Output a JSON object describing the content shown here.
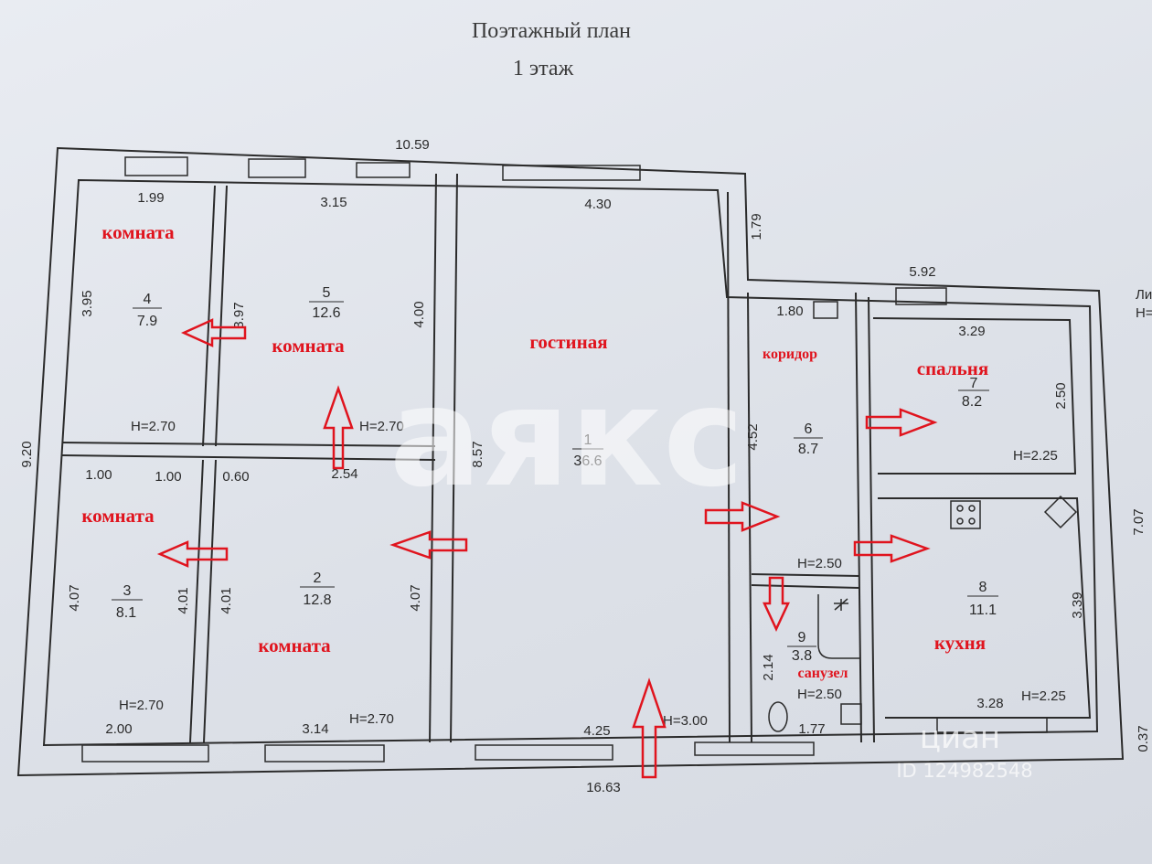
{
  "title": {
    "line1": "Поэтажный план",
    "line2": "1 этаж"
  },
  "dimensions": {
    "top_left": "10.59",
    "bottom_total": "16.63",
    "left_total": "9.20",
    "right_total": "7.07",
    "corner_right": "0.37",
    "right_block_top": "5.92",
    "mid_notch": "1.79",
    "r4_top": "1.99",
    "r4_side": "3.95",
    "r4_side2": "3.97",
    "r5_top": "3.15",
    "r5_side": "4.00",
    "r1_top": "4.30",
    "r1_side": "8.57",
    "r1_bottom": "4.25",
    "bath_vent": "1.80",
    "r6_side": "4.52",
    "r7_top": "3.29",
    "r7_side": "2.50",
    "r8_side": "3.39",
    "r8_bottom": "3.28",
    "r9_side": "2.14",
    "r9_bottom": "1.77",
    "door_a": "1.00",
    "door_b": "1.00",
    "door_c": "0.60",
    "door_d": "2.54",
    "r3_side": "4.07",
    "r3_side2": "4.01",
    "r3_bottom": "2.00",
    "r2_side": "4.01",
    "r2_side2": "4.07",
    "r2_bottom": "3.14"
  },
  "rooms": [
    {
      "num": "1",
      "area": "36.6",
      "height": "H=3.00",
      "label": "гостиная"
    },
    {
      "num": "2",
      "area": "12.8",
      "height": "H=2.70",
      "label": "комната"
    },
    {
      "num": "3",
      "area": "8.1",
      "height": "H=2.70",
      "label": "комната"
    },
    {
      "num": "4",
      "area": "7.9",
      "height": "H=2.70",
      "label": "комната"
    },
    {
      "num": "5",
      "area": "12.6",
      "height": "H=2.70",
      "label": "комната"
    },
    {
      "num": "6",
      "area": "8.7",
      "height": "H=2.50",
      "label": "коридор"
    },
    {
      "num": "7",
      "area": "8.2",
      "height": "H=2.25",
      "label": "спальня"
    },
    {
      "num": "8",
      "area": "11.1",
      "height": "H=2.25",
      "label": "кухня"
    },
    {
      "num": "9",
      "area": "3.8",
      "height": "H=2.50",
      "label": "санузел"
    }
  ],
  "edge_text": {
    "right_top": "Ли",
    "right_top2": "H="
  },
  "watermarks": {
    "main": "аякс",
    "cian": "циан",
    "cian_id": "ID 124982548"
  },
  "colors": {
    "annotation": "#e0141e",
    "line": "#2b2b2b"
  }
}
